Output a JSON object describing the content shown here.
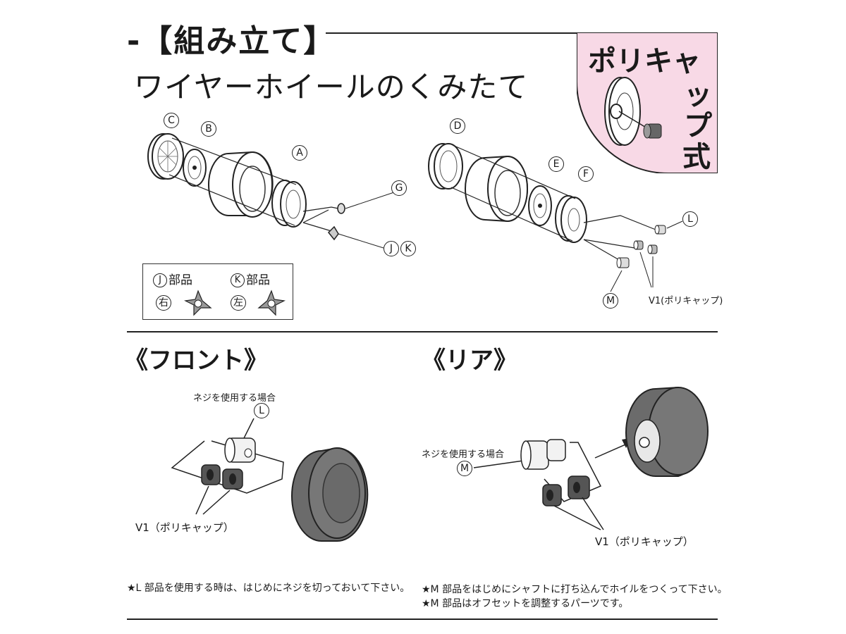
{
  "header": {
    "title": "-【組み立て】",
    "subtitle": "ワイヤーホイールのくみたて"
  },
  "polycap_badge": {
    "text_horizontal": "ポリキャ",
    "text_vertical": [
      "ッ",
      "プ",
      "式"
    ],
    "bg_color": "#f8d9e6"
  },
  "part_labels": {
    "A": "A",
    "B": "B",
    "C": "C",
    "D": "D",
    "E": "E",
    "F": "F",
    "G": "G",
    "J": "J",
    "K": "K",
    "L": "L",
    "M": "M"
  },
  "legend": {
    "j_title": "部品",
    "k_title": "部品",
    "right": "右",
    "left": "左"
  },
  "upper_right": {
    "v1_label": "V1(ポリキャップ)"
  },
  "front": {
    "heading": "《フロント》",
    "screw_note": "ネジを使用する場合",
    "v1_label": "V1（ポリキャップ）",
    "footnote": "★L 部品を使用する時は、はじめにネジを切っておいて下さい。"
  },
  "rear": {
    "heading": "《リア》",
    "screw_note": "ネジを使用する場合",
    "v1_label": "V1（ポリキャップ）",
    "footnote_1": "★M 部品をはじめにシャフトに打ち込んでホイルをつくって下さい。",
    "footnote_2": "★M 部品はオフセットを調整するパーツです。"
  }
}
